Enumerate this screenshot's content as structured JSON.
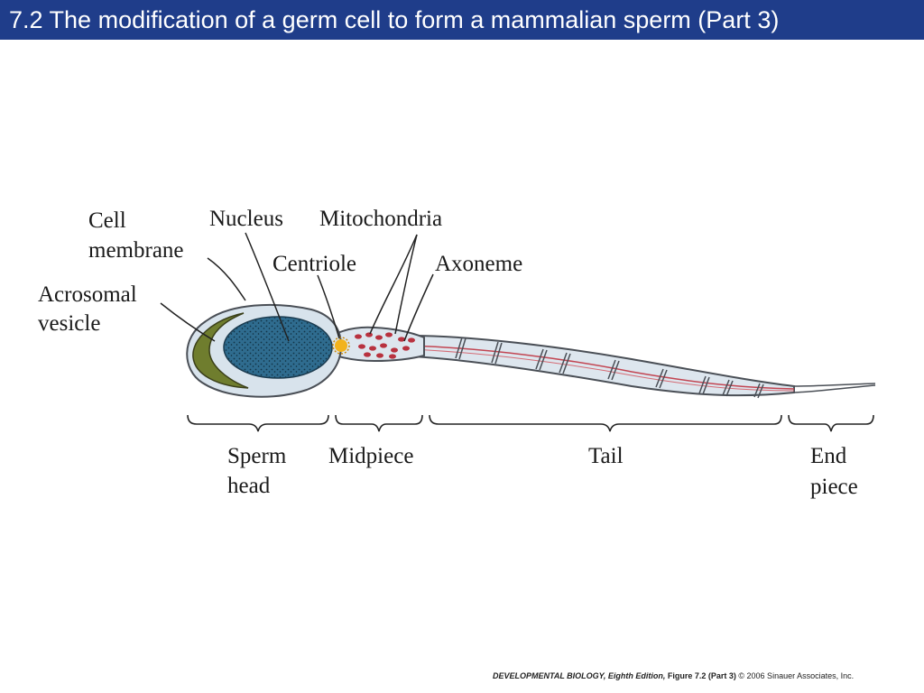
{
  "slide": {
    "title": "7.2  The modification of a germ cell to form a mammalian sperm (Part 3)"
  },
  "labels": {
    "cell_membrane": [
      "Cell",
      "membrane"
    ],
    "nucleus": "Nucleus",
    "mitochondria": "Mitochondria",
    "centriole": "Centriole",
    "axoneme": "Axoneme",
    "acrosomal_vesicle": [
      "Acrosomal",
      "vesicle"
    ]
  },
  "regions": {
    "sperm_head": [
      "Sperm",
      "head"
    ],
    "midpiece": "Midpiece",
    "tail": "Tail",
    "end_piece": [
      "End",
      "piece"
    ]
  },
  "credit": {
    "book": "DEVELOPMENTAL BIOLOGY, Eighth Edition,",
    "figure": "Figure 7.2 (Part 3)",
    "copyright": "© 2006 Sinauer Associates, Inc."
  },
  "colors": {
    "title_bar": "#1f3d8a",
    "nucleus": "#2f6c8f",
    "acrosome": "#6f7d2e",
    "membrane": "#d8e3ec",
    "mitochondria": "#b8323f",
    "centriole": "#f2b31c"
  }
}
